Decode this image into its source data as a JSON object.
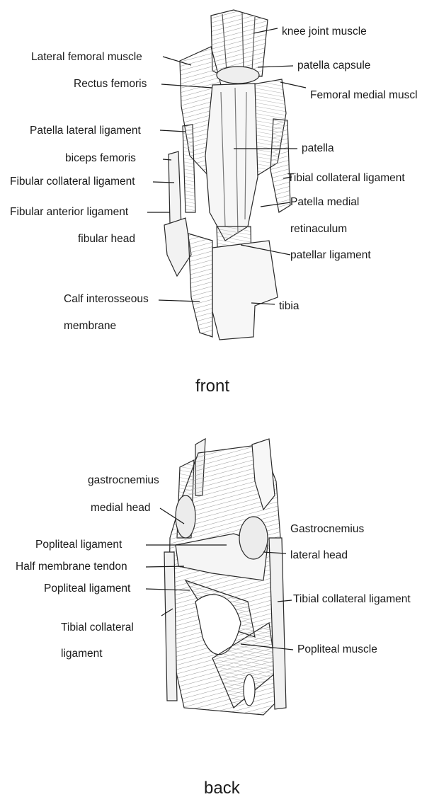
{
  "front": {
    "caption": "front",
    "labels": {
      "knee_joint_muscle": "knee joint muscle",
      "patella_capsule": "patella capsule",
      "femoral_medial_muscle": "Femoral medial muscl",
      "patella": "patella",
      "tibial_collateral_ligament": "Tibial collateral ligament",
      "patella_medial": "Patella medial",
      "retinaculum": "retinaculum",
      "patellar_ligament": "patellar ligament",
      "tibia": "tibia",
      "lateral_femoral_muscle": "Lateral femoral muscle",
      "rectus_femoris": "Rectus femoris",
      "patella_lateral_ligament": "Patella lateral ligament",
      "biceps_femoris": "biceps femoris",
      "fibular_collateral_ligament": "Fibular collateral ligament",
      "fibular_anterior_ligament": "Fibular anterior ligament",
      "fibular_head": "fibular head",
      "calf_interosseous": "Calf interosseous",
      "membrane": "membrane"
    }
  },
  "back": {
    "caption": "back",
    "labels": {
      "gastrocnemius": "gastrocnemius",
      "medial_head": "medial head",
      "popliteal_ligament_1": "Popliteal ligament",
      "half_membrane_tendon": "Half membrane tendon",
      "popliteal_ligament_2": "Popliteal ligament",
      "tibial_collateral": "Tibial collateral",
      "ligament": "ligament",
      "gastrocnemius_2": "Gastrocnemius",
      "lateral_head": "lateral head",
      "tibial_collateral_ligament": "Tibial collateral ligament",
      "popliteal_muscle": "Popliteal muscle"
    }
  }
}
